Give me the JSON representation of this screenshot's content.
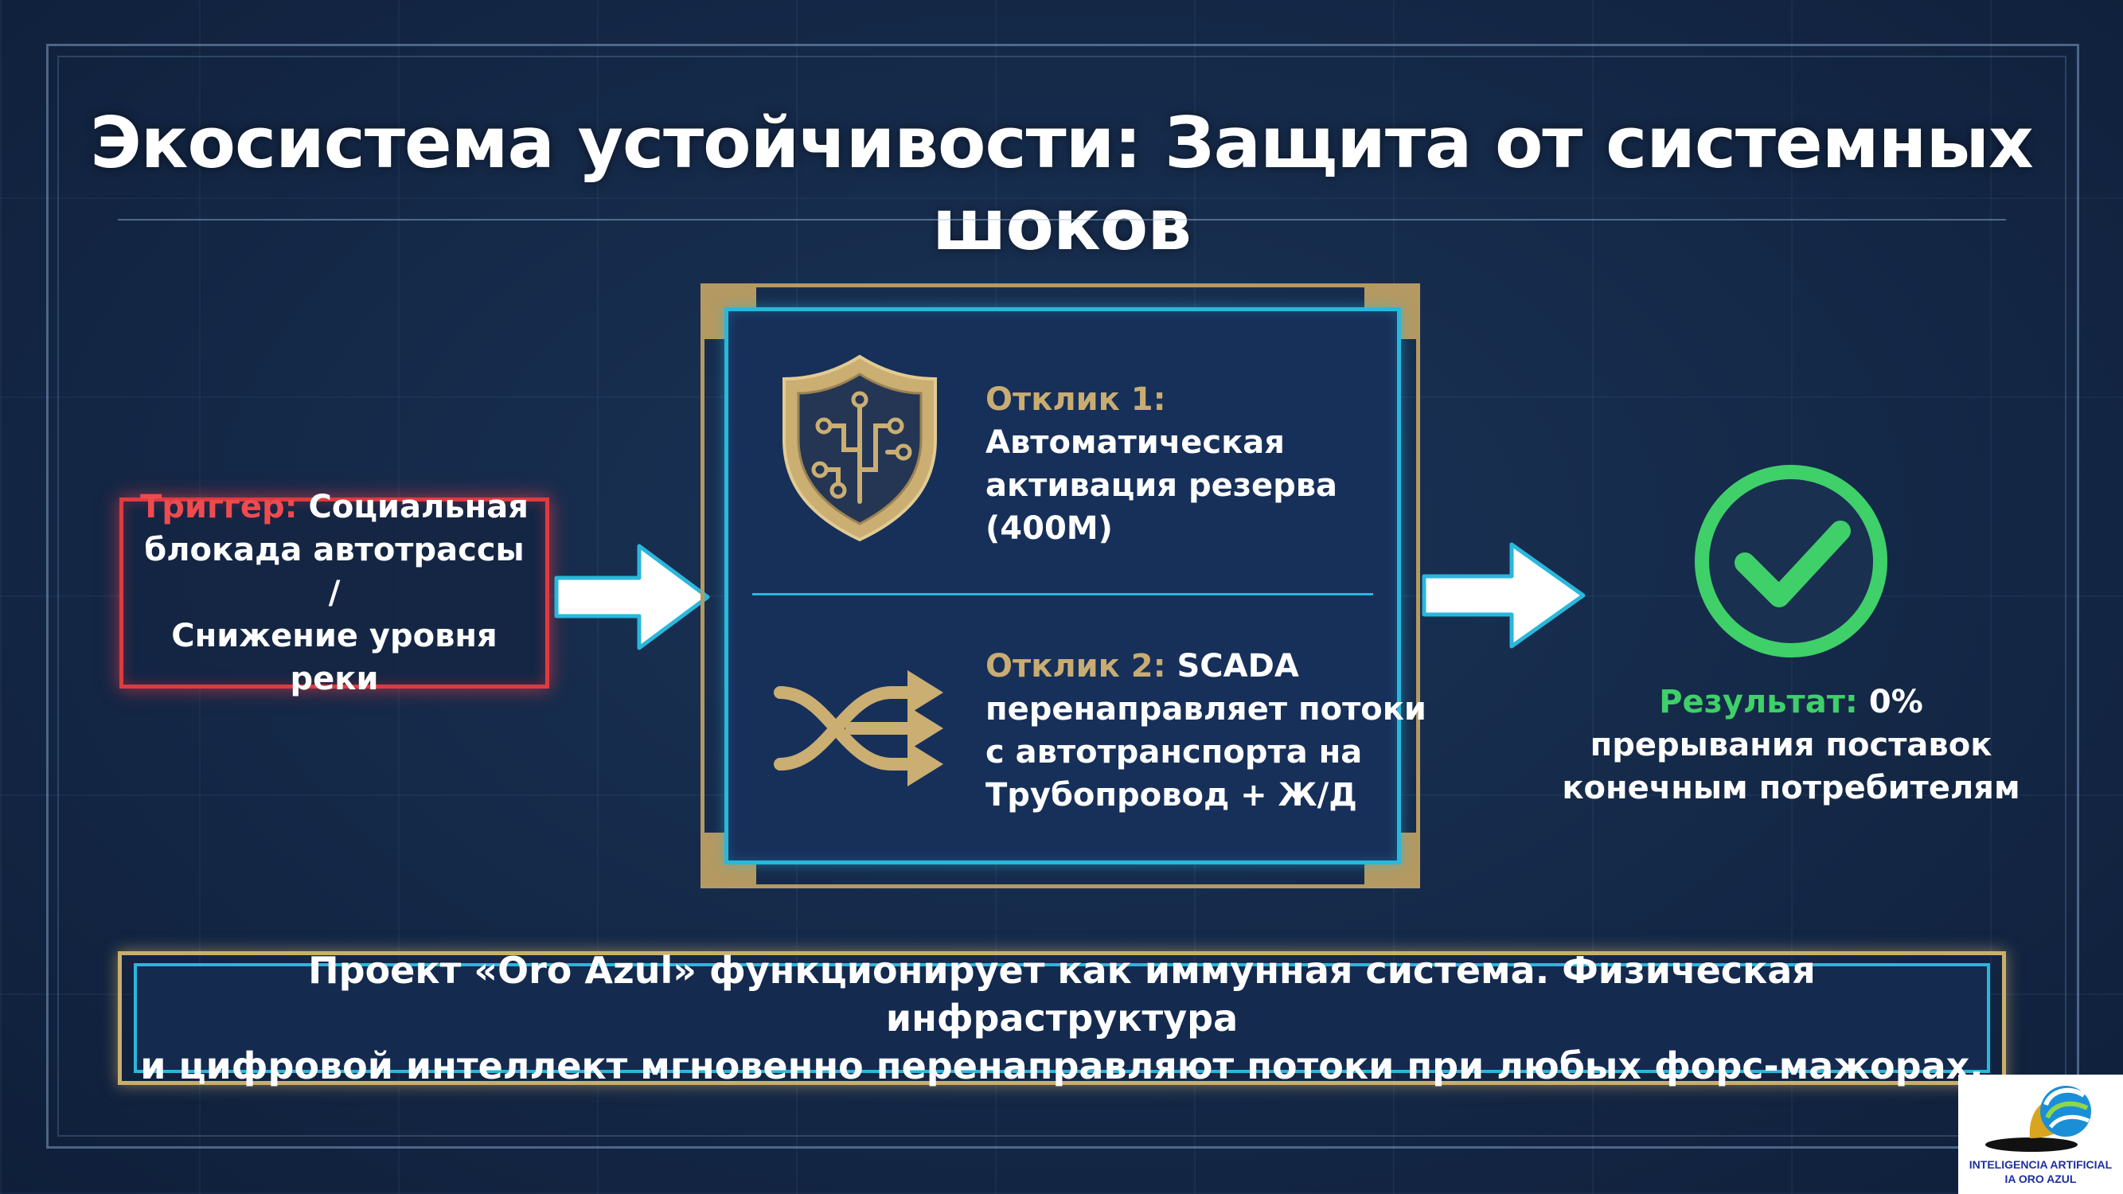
{
  "title": "Экосистема устойчивости: Защита от системных шоков",
  "trigger": {
    "label": "Триггер:",
    "line1": "Социальная",
    "line2": "блокада автотрассы /",
    "line3": "Снижение уровня реки"
  },
  "response1": {
    "label": "Отклик 1:",
    "lines": [
      "Автоматическая",
      "активация резерва",
      "(400M)"
    ],
    "icon": "shield-circuit-icon"
  },
  "response2": {
    "label": "Отклик 2:",
    "first": "SCADA",
    "lines": [
      "перенаправляет потоки",
      "с автотранспорта на",
      "Трубопровод + Ж/Д"
    ],
    "icon": "shuffle-icon"
  },
  "result": {
    "label": "Результат:",
    "first": "0%",
    "lines": [
      "прерывания поставок",
      "конечным потребителям"
    ],
    "icon": "check-circle-icon"
  },
  "summary": {
    "line1": "Проект «Oro Azul» функционирует как иммунная система. Физическая инфраструктура",
    "line2": "и цифровой интеллект мгновенно перенаправляют потоки при любых форс-мажорах."
  },
  "logo": {
    "line1": "INTELIGENCIA ARTIFICIAL",
    "line2": "IA ORO AZUL"
  },
  "colors": {
    "background": "#142847",
    "trigger_red": "#e03a40",
    "gold": "#b49a62",
    "cyan": "#2ab7dc",
    "result_green": "#3fd06a"
  }
}
